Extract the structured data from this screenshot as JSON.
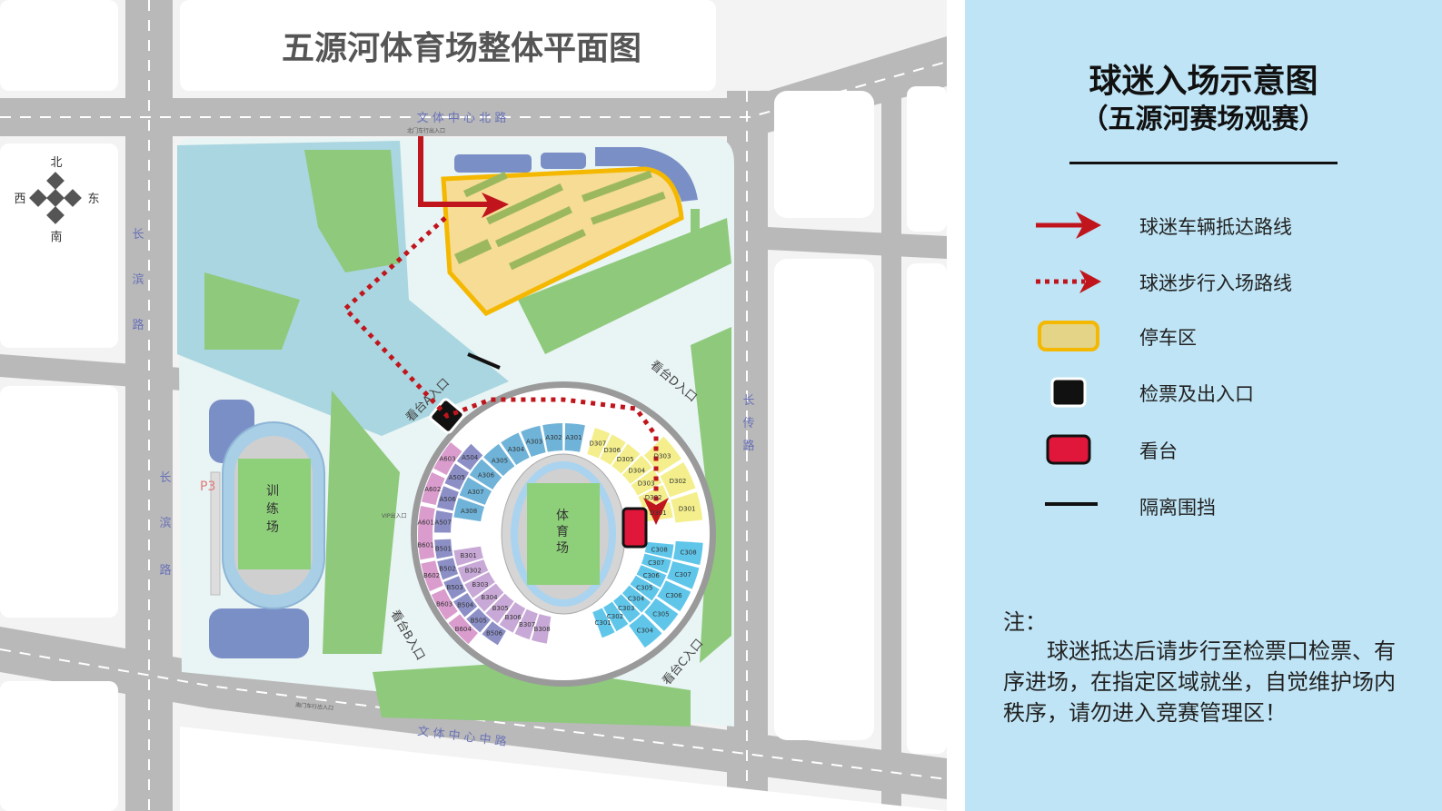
{
  "map": {
    "title": "五源河体育场整体平面图",
    "roads": {
      "north": "文 体 中 心 北 路",
      "south": "文 体 中 心 中 路",
      "west_upper": [
        "长",
        "滨",
        "路"
      ],
      "west_lower": [
        "长",
        "滨",
        "路"
      ],
      "east": [
        "长",
        "传",
        "路"
      ]
    },
    "compass": {
      "north": "北",
      "south": "南",
      "west": "西",
      "east": "东"
    },
    "stadium_label": [
      "体",
      "育",
      "场"
    ],
    "training_label": [
      "训",
      "练",
      "场"
    ],
    "parking_p3": "P3",
    "gates": {
      "a": "看台A入口",
      "b": "看台B入口",
      "c": "看台C入口",
      "d": "看台D入口"
    },
    "small_labels": {
      "north_gate": "北门车行出入口",
      "south_gate": "南门车行出入口",
      "vip": "VIP出入口"
    },
    "sections": {
      "a_inner": [
        "A301",
        "A302",
        "A303",
        "A304",
        "A305",
        "A306",
        "A307",
        "A308"
      ],
      "d_inner": [
        "D301",
        "D302",
        "D303",
        "D304",
        "D305",
        "D306",
        "D307"
      ],
      "c_inner": [
        "C308",
        "C307",
        "C306",
        "C305",
        "C304",
        "C303",
        "C302",
        "C301"
      ],
      "b_inner": [
        "B301",
        "B302",
        "B303",
        "B304",
        "B305",
        "B306",
        "B307",
        "B308"
      ],
      "a_outer": [
        "A504",
        "A505",
        "A506",
        "A507"
      ],
      "b_outer": [
        "B501",
        "B502",
        "B503",
        "B504",
        "B505",
        "B506"
      ],
      "a_far": [
        "A603",
        "A602",
        "A601"
      ],
      "b_far": [
        "B601",
        "B602",
        "B603",
        "B604"
      ],
      "d_outer": [
        "D301",
        "D302",
        "D303"
      ],
      "c_outer": [
        "C308",
        "C307",
        "C306",
        "C305",
        "C304"
      ]
    },
    "colors": {
      "route_vehicle": "#c0151c",
      "route_walk": "#c0151c",
      "parking_border": "#f5b800",
      "parking_fill": "#f6dc95"
    }
  },
  "panel": {
    "title": "球迷入场示意图",
    "subtitle": "（五源河赛场观赛）",
    "legend": [
      {
        "icon": "red-arrow-icon",
        "label": "球迷车辆抵达路线"
      },
      {
        "icon": "red-dotted-arrow-icon",
        "label": "球迷步行入场路线"
      },
      {
        "icon": "parking-zone-icon",
        "label": "停车区"
      },
      {
        "icon": "ticket-gate-icon",
        "label": "检票及出入口"
      },
      {
        "icon": "stand-icon",
        "label": "看台"
      },
      {
        "icon": "barrier-icon",
        "label": "隔离围挡"
      }
    ],
    "note_title": "注：",
    "note_body": "球迷抵达后请步行至检票口检票、有序进场，在指定区域就坐，自觉维护场内秩序，请勿进入竞赛管理区！"
  }
}
